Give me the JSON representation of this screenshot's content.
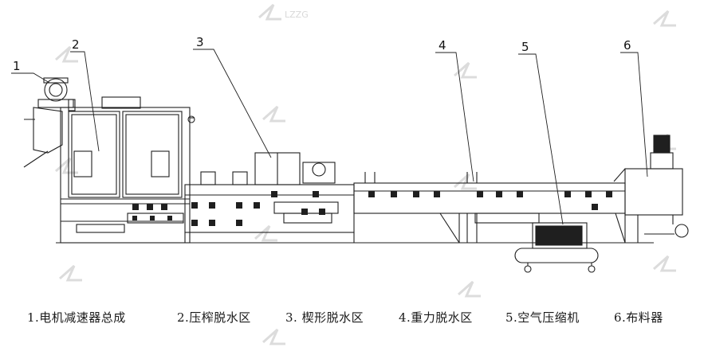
{
  "callouts": [
    "1",
    "2",
    "3",
    "4",
    "5",
    "6"
  ],
  "legend": [
    "1.电机减速器总成",
    "2.压榨脱水区",
    "3. 楔形脱水区",
    "4.重力脱水区",
    "5.空气压缩机",
    "6.布料器"
  ],
  "watermark": "LZZG",
  "colors": {
    "line": "#1f1f1f",
    "watermark": "#d4d4d4",
    "background": "#ffffff"
  }
}
